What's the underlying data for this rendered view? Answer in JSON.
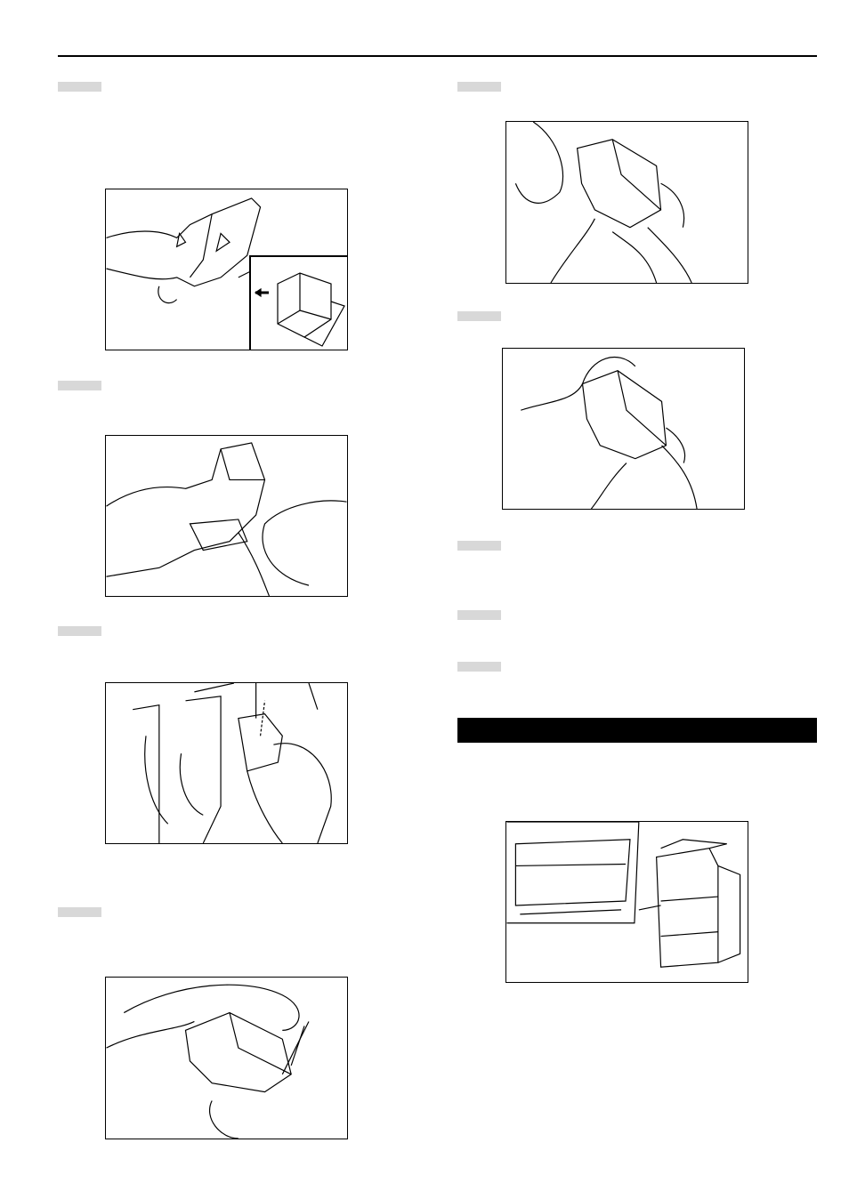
{
  "page": {
    "rule_color": "#000000",
    "step_marker_color": "#d8d8d8",
    "section_bar_color": "#000000",
    "figures": [
      {
        "id": "fig-1",
        "subject": "staple-cartridge-insert",
        "has_inset": true
      },
      {
        "id": "fig-2",
        "subject": "staple-cartridge-release"
      },
      {
        "id": "fig-3",
        "subject": "staple-cartridge-remove"
      },
      {
        "id": "fig-4",
        "subject": "staple-holder-open"
      },
      {
        "id": "fig-5",
        "subject": "staple-holder-tab"
      },
      {
        "id": "fig-6",
        "subject": "staple-holder-close"
      },
      {
        "id": "fig-7",
        "subject": "copier-duplex-unit"
      }
    ]
  }
}
